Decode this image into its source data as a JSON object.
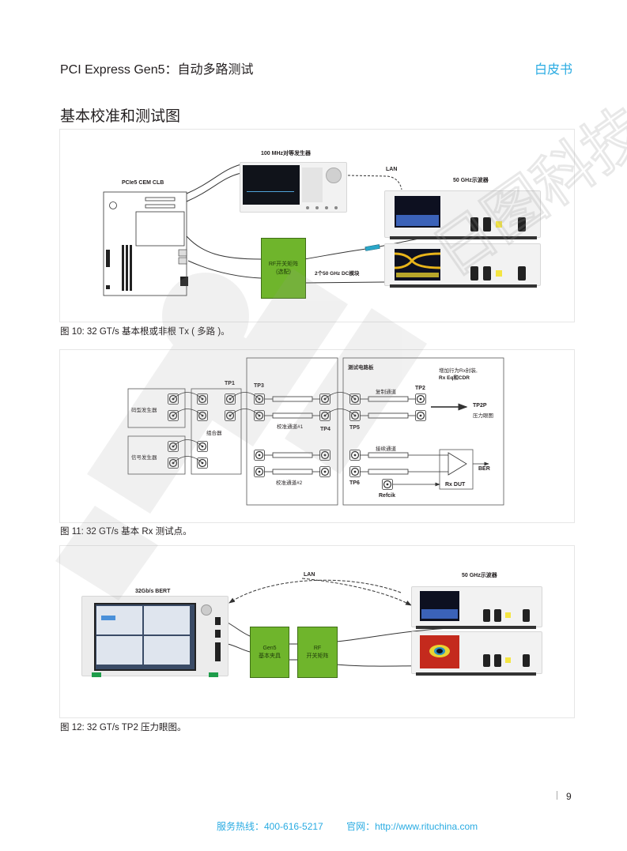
{
  "header": {
    "title": "PCI Express Gen5：自动多路测试",
    "tag": "白皮书"
  },
  "section_title": "基本校准和测试图",
  "figure10": {
    "caption": "图 10: 32 GT/s 基本根或非根 Tx ( 多路 )。",
    "labels": {
      "clb": "PCIe5 CEM CLB",
      "generator": "100 MHz对等发生器",
      "lan": "LAN",
      "scope": "50 GHz示波器",
      "rf_switch_line1": "RF开关矩阵",
      "rf_switch_line2": "(选配)",
      "dc_block": "2个50 GHz DC模块"
    }
  },
  "figure11": {
    "caption": "图 11: 32 GT/s 基本 Rx 测试点。",
    "labels": {
      "pattern_gen": "码型发生器",
      "signal_gen": "信号发生器",
      "combiner": "组合器",
      "tp1": "TP1",
      "tp3": "TP3",
      "tp4": "TP4",
      "tp5": "TP5",
      "tp2": "TP2",
      "tp6": "TP6",
      "cal_channel1": "校准通道#1",
      "cal_channel2": "校准通道#2",
      "test_board": "测试电路板",
      "note_line1": "增加行为Rx封装,",
      "note_line2": "Rx Eq和CDR",
      "replica_channel": "复制通道",
      "tp2p_line1": "TP2P",
      "tp2p_line2": "压力眼图",
      "connect_channel": "接续通道",
      "ber": "BER",
      "rx_dut": "Rx DUT",
      "refclk": "Refcik"
    }
  },
  "figure12": {
    "caption": "图 12: 32 GT/s TP2 压力眼图。",
    "labels": {
      "bert": "32Gb/s BERT",
      "lan": "LAN",
      "scope": "50 GHz示波器",
      "fixture_line1": "Gen5",
      "fixture_line2": "基本夹具",
      "rf_line1": "RF",
      "rf_line2": "开关矩阵"
    }
  },
  "page_number": "9",
  "footer": {
    "hotline": "服务热线：400-616-5217",
    "website": "官网：http://www.rituchina.com"
  },
  "watermark": {
    "text": "日图科技",
    "logo": "RITU"
  },
  "colors": {
    "accent_blue": "#29abe2",
    "matrix_green": "#6fb52c",
    "dc_block_cyan": "#2aa7c9"
  }
}
